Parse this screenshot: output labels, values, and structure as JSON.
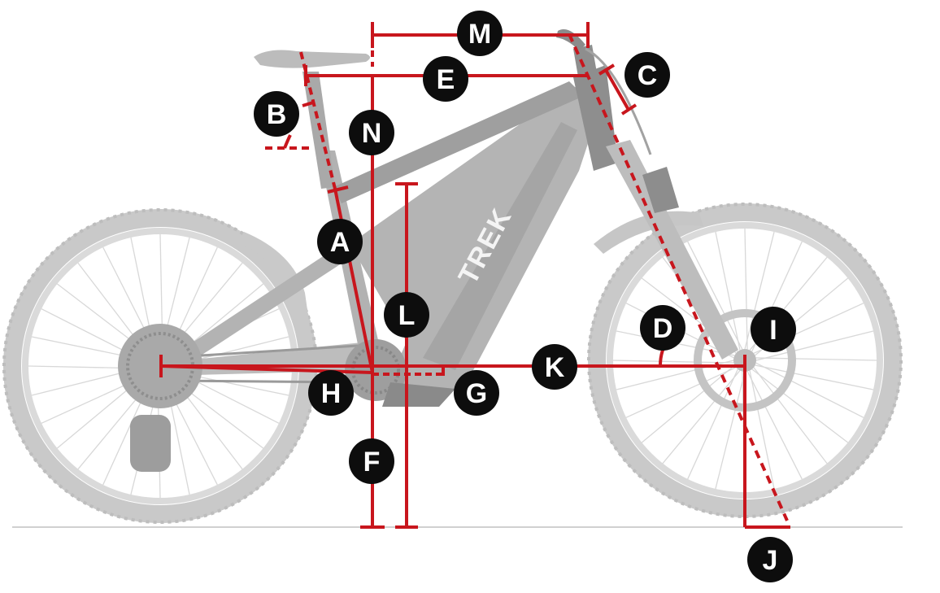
{
  "colors": {
    "measure": "#c8161d",
    "badge": "#0d0d0d",
    "badge_text": "#ffffff",
    "bike_light": "#d6d6d6",
    "bike_mid": "#b9b9b9",
    "bike_dark": "#8f8f8f",
    "ground": "#d0d0d0"
  },
  "bike": {
    "brand_logo": "TREK"
  },
  "labels": {
    "A": "A",
    "B": "B",
    "C": "C",
    "D": "D",
    "E": "E",
    "F": "F",
    "G": "G",
    "H": "H",
    "I": "I",
    "J": "J",
    "K": "K",
    "L": "L",
    "M": "M",
    "N": "N"
  }
}
